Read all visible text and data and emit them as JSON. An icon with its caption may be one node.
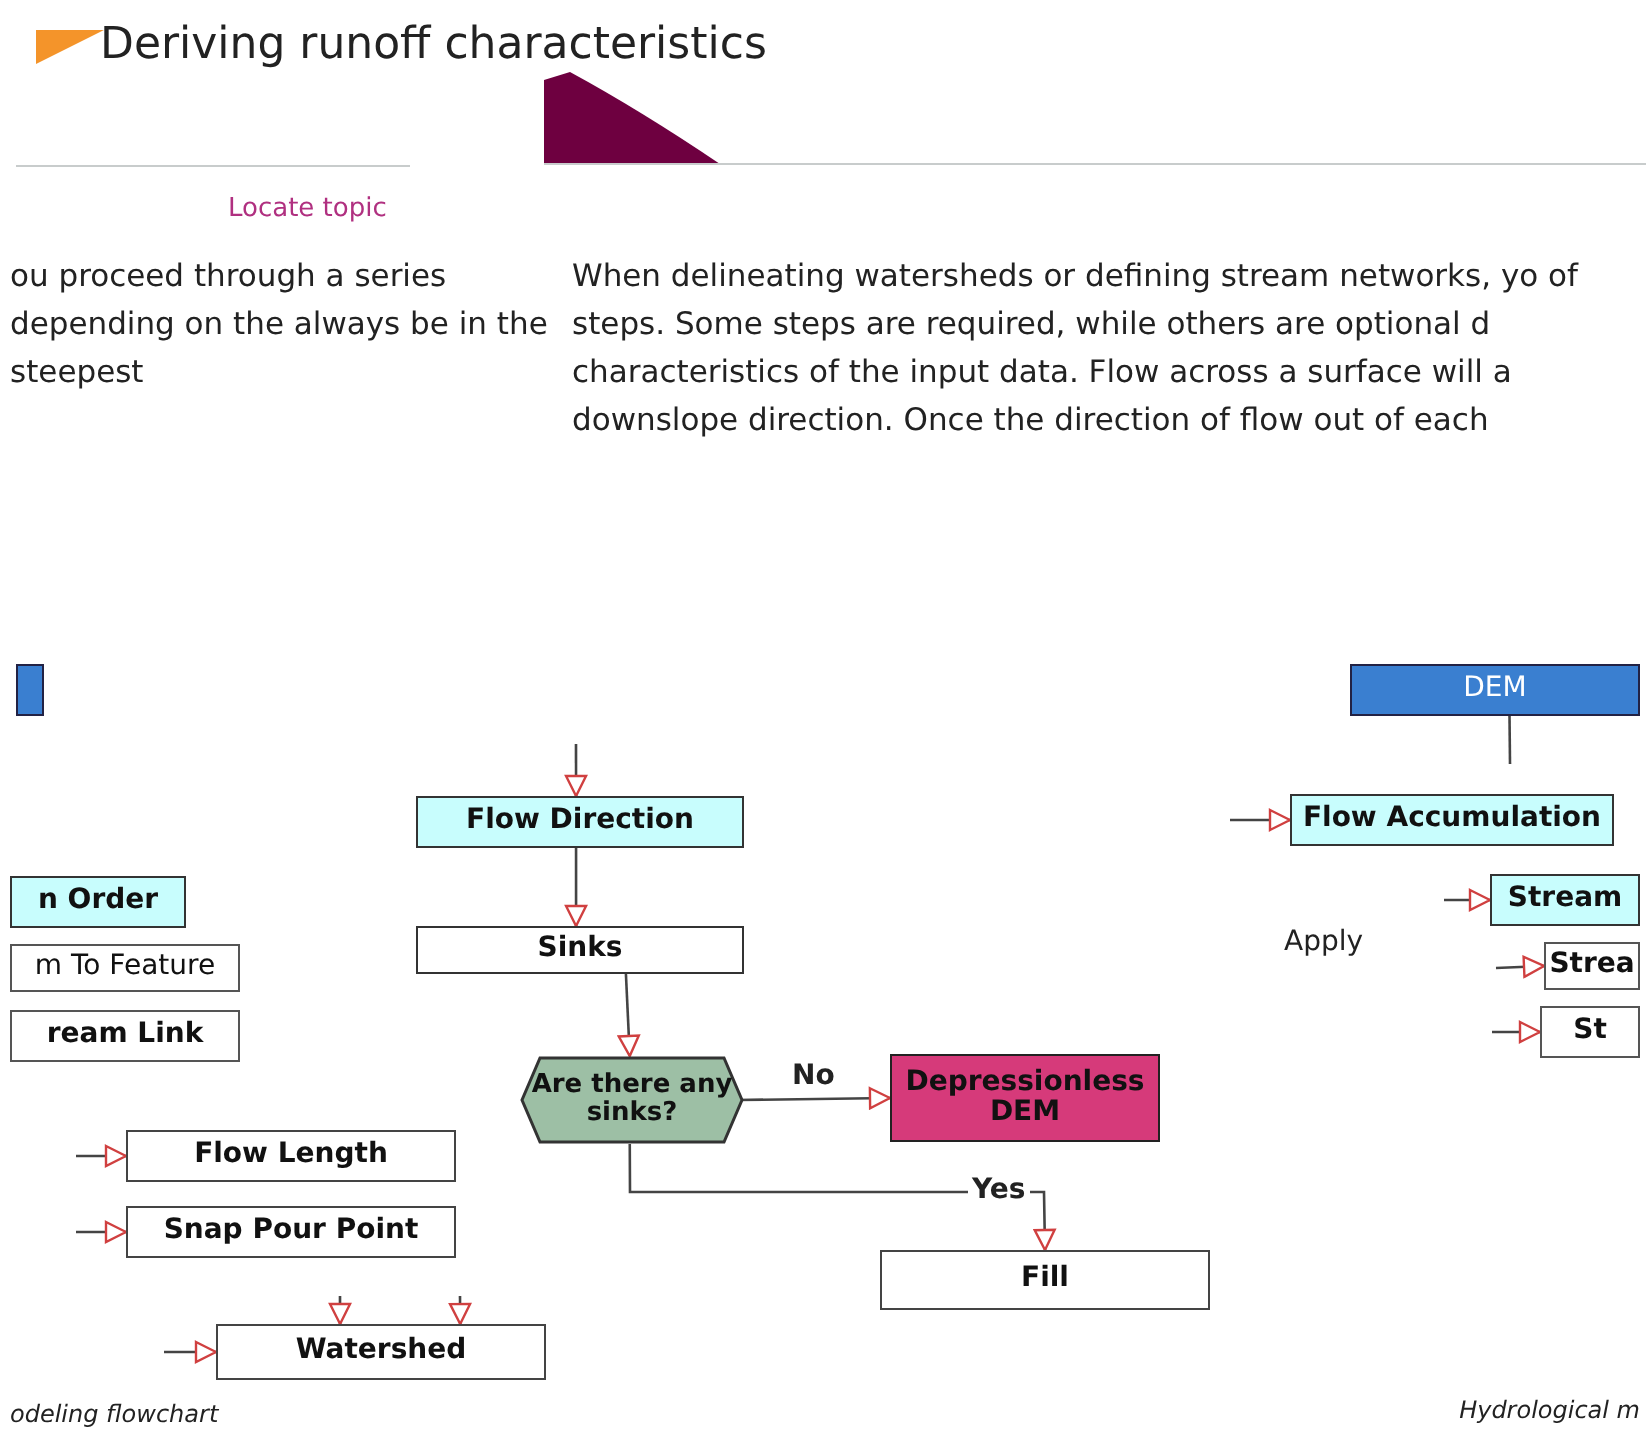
{
  "diagram": {
    "title": "Deriving runoff characteristics",
    "nodes": [
      {
        "text": [],
        "shape": "box"
      },
      {
        "text": [
          "DEM"
        ]
      },
      {
        "text": [
          "Flow Direction"
        ]
      },
      {
        "text": [
          "Flow Accumulation"
        ]
      },
      {
        "text": [
          "n Order"
        ]
      },
      {
        "text": [
          "Stream"
        ]
      },
      {
        "text": [
          "Sinks"
        ]
      },
      {
        "text": [
          "m To Feature"
        ]
      },
      {
        "text": [
          "Strea"
        ]
      },
      {
        "text": [
          "ream Link"
        ]
      },
      {
        "text": [
          "St"
        ]
      },
      {
        "text": [
          "Are there any sinks?"
        ]
      },
      {
        "text": [
          "Depressionless DEM"
        ]
      },
      {
        "text": [
          "Flow Length"
        ]
      },
      {
        "text": [
          "Snap Pour Point"
        ]
      },
      {
        "text": [
          "Fill"
        ]
      },
      {
        "text": [
          "Watershed"
        ]
      }
    ],
    "edges": [
      {
        "from": null,
        "to": 2,
        "arrow": "to"
      },
      {
        "from": 2,
        "to": 6,
        "arrow": "to"
      },
      {
        "from": 6,
        "to": 11,
        "arrow": "to"
      },
      {
        "from": 11,
        "to": 12,
        "arrow": "to",
        "label": "No"
      },
      {
        "from": 11,
        "to": 15,
        "arrow": "to",
        "label": "Yes"
      },
      {
        "from": 1,
        "to": null,
        "arrow": "none"
      },
      {
        "from": null,
        "to": 3,
        "arrow": "to"
      },
      {
        "from": null,
        "to": 5,
        "arrow": "to"
      },
      {
        "from": null,
        "to": 8,
        "arrow": "to"
      },
      {
        "from": null,
        "to": 10,
        "arrow": "to"
      },
      {
        "from": null,
        "to": 13,
        "arrow": "to"
      },
      {
        "from": null,
        "to": 14,
        "arrow": "to"
      },
      {
        "from": null,
        "to": 16,
        "arrow": "to"
      },
      {
        "from": null,
        "to": 16,
        "arrow": "to"
      },
      {
        "from": null,
        "to": 16,
        "arrow": "to"
      }
    ],
    "labels": [
      "Locate topic",
      "ou proceed through a series depending on the always be in the steepest",
      "When delineating watersheds or defining stream networks, yo of steps. Some steps are required, while others are optional d characteristics of the input data. Flow across a surface will a downslope direction. Once the direction of flow out of each",
      "Apply",
      "odeling flowchart",
      "Hydrological m"
    ]
  }
}
